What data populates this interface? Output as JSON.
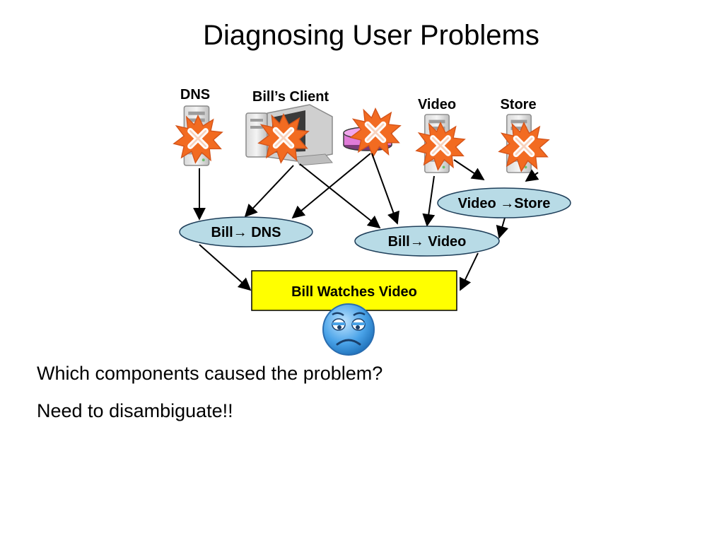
{
  "slide": {
    "title": "Diagnosing User Problems",
    "bullets": [
      "Which components caused the problem?",
      "Need to disambiguate!!"
    ]
  },
  "components": {
    "dns": "DNS",
    "client": "Bill’s Client",
    "video": "Video",
    "store": "Store"
  },
  "dependencies": {
    "video_store": "Video →Store",
    "bill_dns": "Bill→ DNS",
    "bill_video": "Bill→ Video"
  },
  "outcome": {
    "label": "Bill Watches Video"
  },
  "colors": {
    "ellipse_fill": "#b8dbe6",
    "outcome_fill": "#ffff00",
    "burst_fill": "#f26b21",
    "smiley_fill": "#4aa3e8"
  },
  "icons": {
    "failure_marker": "x-burst-icon",
    "server": "server-tower-icon",
    "client": "desktop-computer-icon",
    "router": "router-icon",
    "user_mood": "sad-face-icon"
  }
}
